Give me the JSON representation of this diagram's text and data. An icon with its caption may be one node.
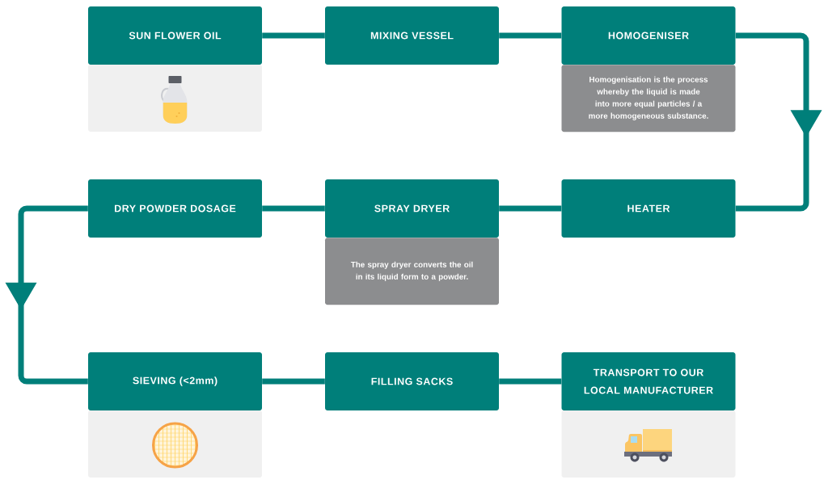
{
  "diagram": {
    "nodes": [
      {
        "text": [
          "SUN FLOWER OIL"
        ]
      },
      {
        "text": [
          "MIXING VESSEL"
        ]
      },
      {
        "text": [
          "HOMOGENISER",
          "Homogenisation is the process whereby the liquid is made into more equal particles / a more homogeneous substance."
        ]
      },
      {
        "text": [
          "HEATER"
        ]
      },
      {
        "text": [
          "SPRAY DRYER",
          "The spray dryer converts the oil in its liquid form to a powder."
        ]
      },
      {
        "text": [
          "DRY POWDER DOSAGE"
        ]
      },
      {
        "text": [
          "SIEVING (<2mm)"
        ]
      },
      {
        "text": [
          "FILLING SACKS"
        ]
      },
      {
        "text": [
          "TRANSPORT TO OUR LOCAL MANUFACTURER"
        ]
      }
    ],
    "edges": [
      {
        "from": 0,
        "to": 1,
        "arrow": "none"
      },
      {
        "from": 1,
        "to": 2,
        "arrow": "none"
      },
      {
        "from": 2,
        "to": 3,
        "arrow": "to"
      },
      {
        "from": 3,
        "to": 4,
        "arrow": "none"
      },
      {
        "from": 4,
        "to": 5,
        "arrow": "none"
      },
      {
        "from": 5,
        "to": 6,
        "arrow": "to"
      },
      {
        "from": 6,
        "to": 7,
        "arrow": "none"
      },
      {
        "from": 7,
        "to": 8,
        "arrow": "none"
      }
    ]
  }
}
